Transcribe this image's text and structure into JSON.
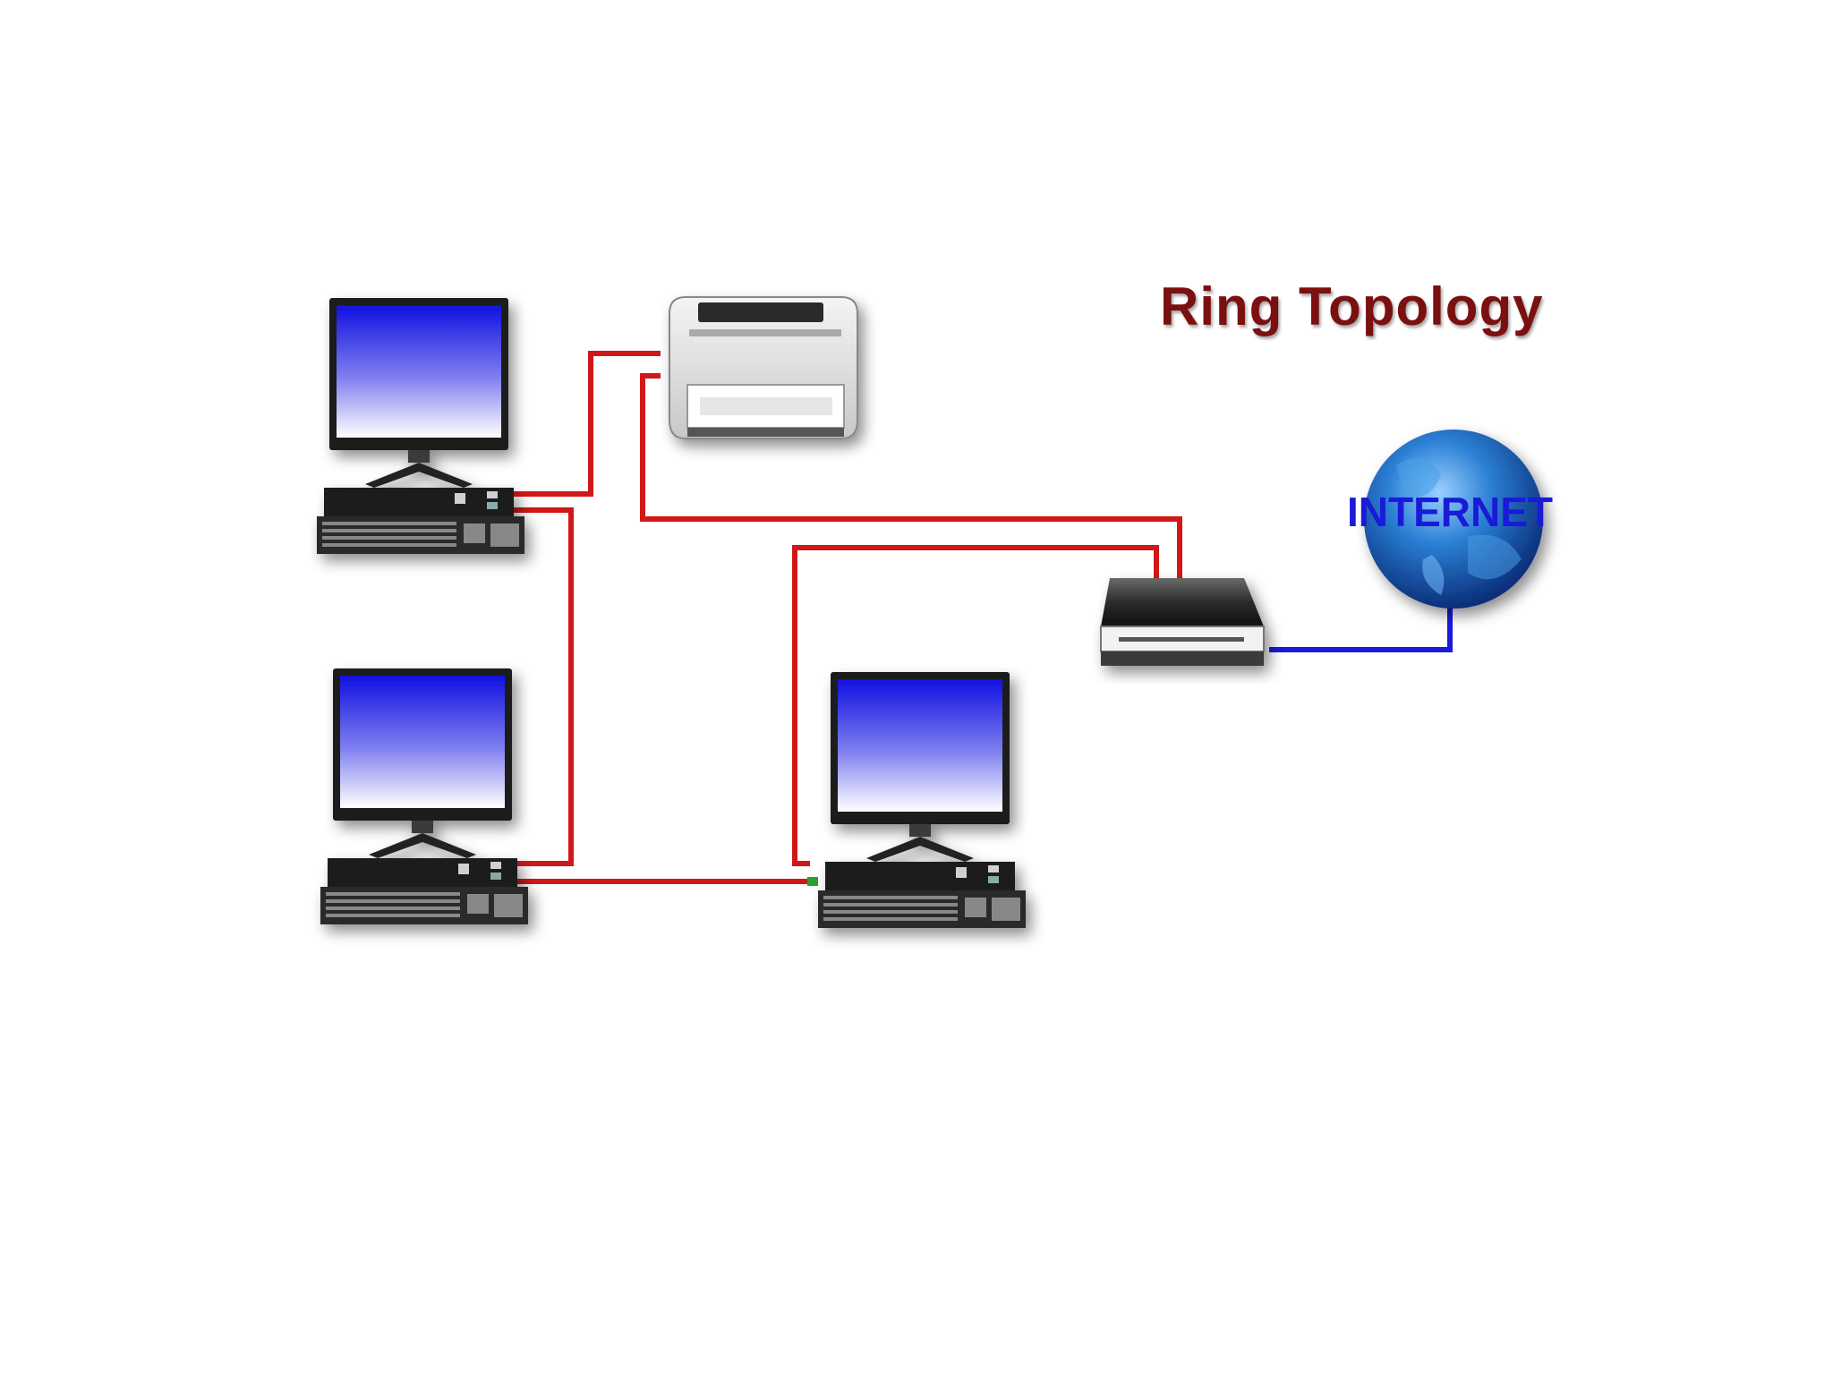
{
  "diagram": {
    "title": "Ring Topology",
    "internet_label": "INTERNET",
    "colors": {
      "ring_cable": "#d01818",
      "internet_cable": "#1a1ad8",
      "title": "#7a1010",
      "globe_label": "#1a1ad8"
    },
    "nodes": [
      {
        "name": "computer-top-left",
        "icon": "desktop-computer-icon"
      },
      {
        "name": "computer-bottom-left",
        "icon": "desktop-computer-icon"
      },
      {
        "name": "computer-bottom-center",
        "icon": "desktop-computer-icon"
      },
      {
        "name": "printer",
        "icon": "laser-printer-icon"
      },
      {
        "name": "modem",
        "icon": "modem-icon"
      },
      {
        "name": "internet-globe",
        "icon": "globe-icon"
      }
    ]
  }
}
